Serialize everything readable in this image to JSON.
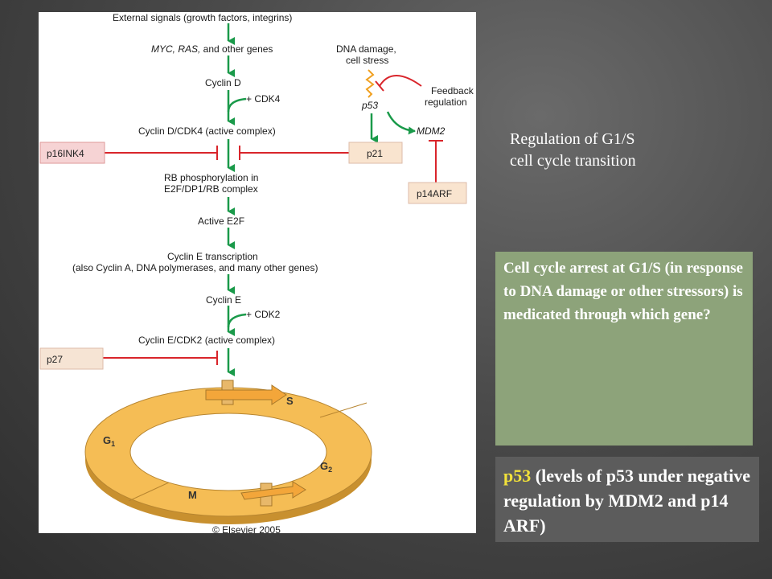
{
  "diagram": {
    "external_signals": "External signals (growth factors, integrins)",
    "myc_ras_italic": "MYC, RAS,",
    "myc_ras_rest": " and other genes",
    "cyclin_d": "Cyclin D",
    "plus_cdk4": "+ CDK4",
    "cyclin_d_cdk4": "Cyclin D/CDK4 (active complex)",
    "p16ink4": "p16INK4",
    "p21": "p21",
    "rb_line1": "RB phosphorylation in",
    "rb_line2": "E2F/DP1/RB complex",
    "active_e2f": "Active E2F",
    "cyclin_e_transcription": "Cyclin E transcription",
    "cyclin_e_also": "(also Cyclin A, DNA polymerases, and many other genes)",
    "cyclin_e": "Cyclin E",
    "plus_cdk2": "+ CDK2",
    "cyclin_e_cdk2": "Cyclin E/CDK2 (active complex)",
    "p27": "p27",
    "dna_damage_line1": "DNA damage,",
    "dna_damage_line2": "cell stress",
    "p53": "p53",
    "feedback_line1": "Feedback",
    "feedback_line2": "regulation",
    "mdm2": "MDM2",
    "p14arf": "p14ARF",
    "phase_s": "S",
    "phase_g1": "G",
    "phase_g1_sub": "1",
    "phase_g2": "G",
    "phase_g2_sub": "2",
    "phase_m": "M",
    "copyright": "© Elsevier 2005"
  },
  "caption": {
    "line1": "Regulation of G1/S",
    "line2": "cell cycle transition"
  },
  "question": {
    "text": "Cell cycle arrest at G1/S (in response to DNA damage or other stressors) is medicated through which gene?"
  },
  "answer": {
    "highlight": "p53",
    "rest": " (levels of p53 under negative regulation by MDM2 and p14 ARF)"
  },
  "colors": {
    "green_arrow": "#1a9a4a",
    "red_inhibit": "#d9252b",
    "p16_box": "#f6d3d4",
    "p21_box": "#f9e4cf",
    "ring": "#f5bd55",
    "question_bg": "#8da37a",
    "answer_bg": "#5c5c5c",
    "highlight": "#f2e23a"
  }
}
